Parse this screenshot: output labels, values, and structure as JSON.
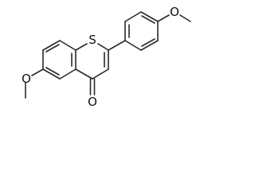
{
  "molecule": {
    "atoms": {
      "sulfur": "S",
      "carbonyl_oxygen": "O",
      "methoxy_oxygen_aryl": "O",
      "methoxy_oxygen_core": "O"
    }
  }
}
